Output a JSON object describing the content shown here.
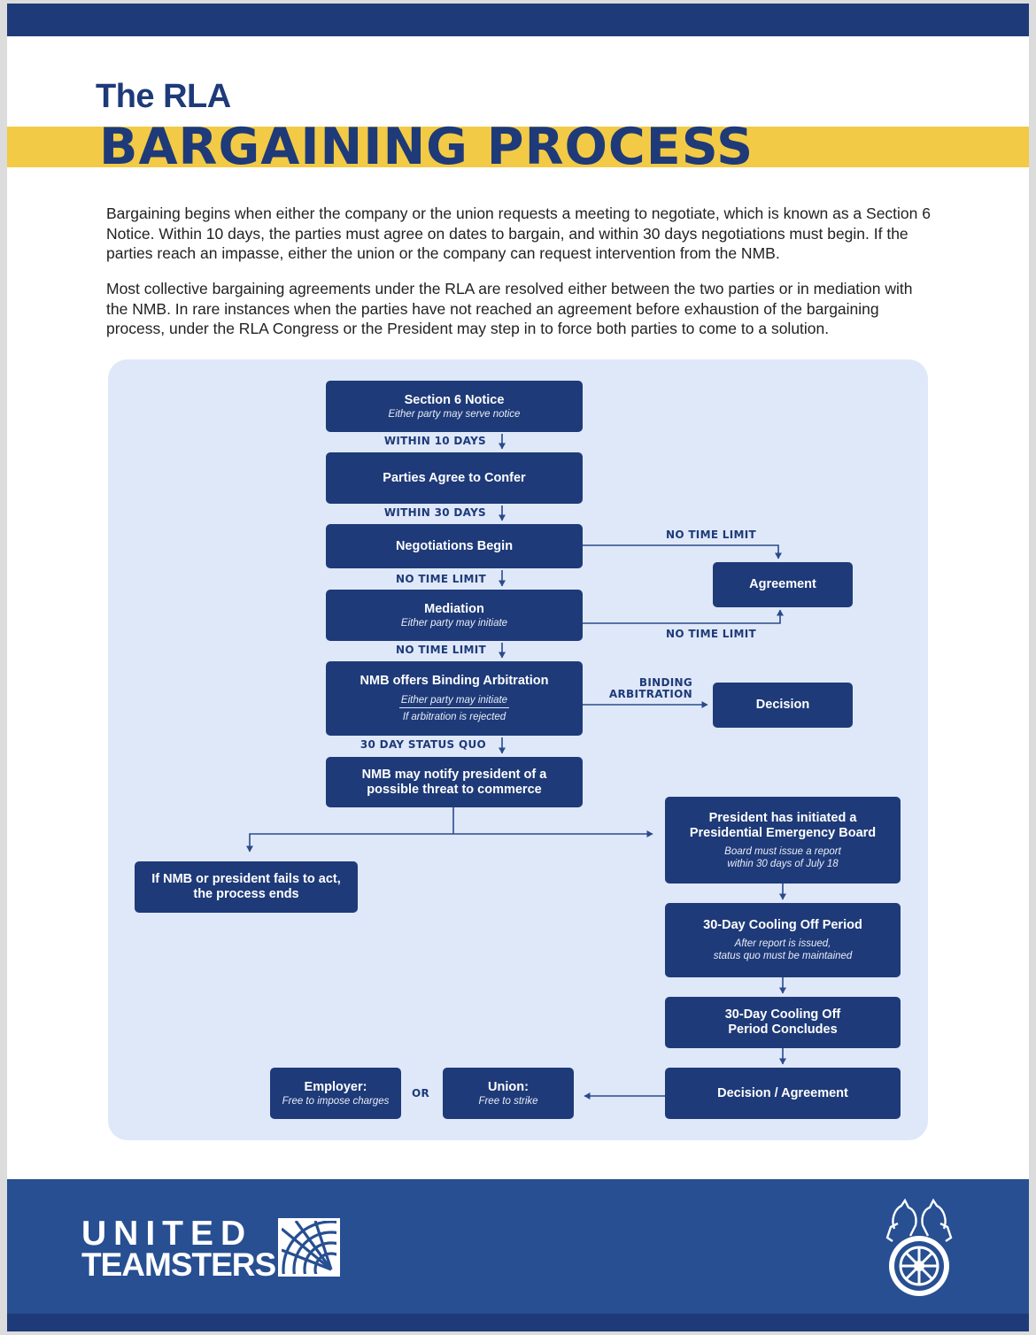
{
  "header": {
    "pre_title": "The RLA",
    "title": "BARGAINING PROCESS"
  },
  "intro": {
    "p1": "Bargaining begins when either the company or the union requests a meeting to negotiate, which is known as a Section 6 Notice. Within 10 days, the parties must agree on dates to bargain, and within 30 days negotiations must begin. If the parties reach an impasse, either the union or the company can request intervention from the NMB.",
    "p2": "Most collective bargaining agreements under the RLA are resolved either between the two parties or in mediation with the NMB. In rare instances when the parties have not reached an agreement before exhaustion of the bargaining process, under the RLA Congress or the President may step in to force both parties to come to a solution."
  },
  "flow": {
    "section6": {
      "title": "Section 6 Notice",
      "sub": "Either party may serve notice"
    },
    "agree_confer": {
      "title": "Parties Agree to Confer"
    },
    "negotiations": {
      "title": "Negotiations Begin"
    },
    "mediation": {
      "title": "Mediation",
      "sub": "Either party may initiate"
    },
    "arbitration": {
      "title": "NMB offers Binding Arbitration",
      "sub1": "Either party may initiate",
      "sub2": "If arbitration is rejected"
    },
    "notify": {
      "line1": "NMB may notify president of a",
      "line2": "possible threat to commerce"
    },
    "agreement": {
      "title": "Agreement"
    },
    "decision": {
      "title": "Decision"
    },
    "process_ends": {
      "line1": "If NMB or president fails to act,",
      "line2": "the process ends"
    },
    "peb": {
      "line1": "President has initiated a",
      "line2": "Presidential Emergency Board",
      "sub1": "Board must issue a report",
      "sub2": "within 30 days of July 18"
    },
    "cooling": {
      "title": "30-Day Cooling Off Period",
      "sub1": "After report is issued,",
      "sub2": "status quo must be maintained"
    },
    "cooling_concludes": {
      "line1": "30-Day Cooling Off",
      "line2": "Period Concludes"
    },
    "decision_agreement": {
      "title": "Decision / Agreement"
    },
    "union": {
      "title": "Union:",
      "sub": "Free to strike"
    },
    "employer": {
      "title": "Employer:",
      "sub": "Free to impose charges"
    },
    "labels": {
      "within10": "WITHIN 10 DAYS",
      "within30": "WITHIN 30 DAYS",
      "no_limit_1": "NO TIME LIMIT",
      "no_limit_2": "NO TIME LIMIT",
      "no_limit_right_top": "NO TIME LIMIT",
      "no_limit_right_bottom": "NO TIME LIMIT",
      "binding_1": "BINDING",
      "binding_2": "ARBITRATION",
      "status_quo": "30 DAY STATUS QUO",
      "or": "OR"
    }
  },
  "footer": {
    "logo_line1": "UNITED",
    "logo_line2": "TEAMSTERS",
    "emblem": "teamsters-horse-wheel-emblem"
  },
  "colors": {
    "navy": "#1e3a78",
    "yellow_stripe": "#f2ca45",
    "panel": "#dfe8f9",
    "footer_blue": "#274f92"
  }
}
